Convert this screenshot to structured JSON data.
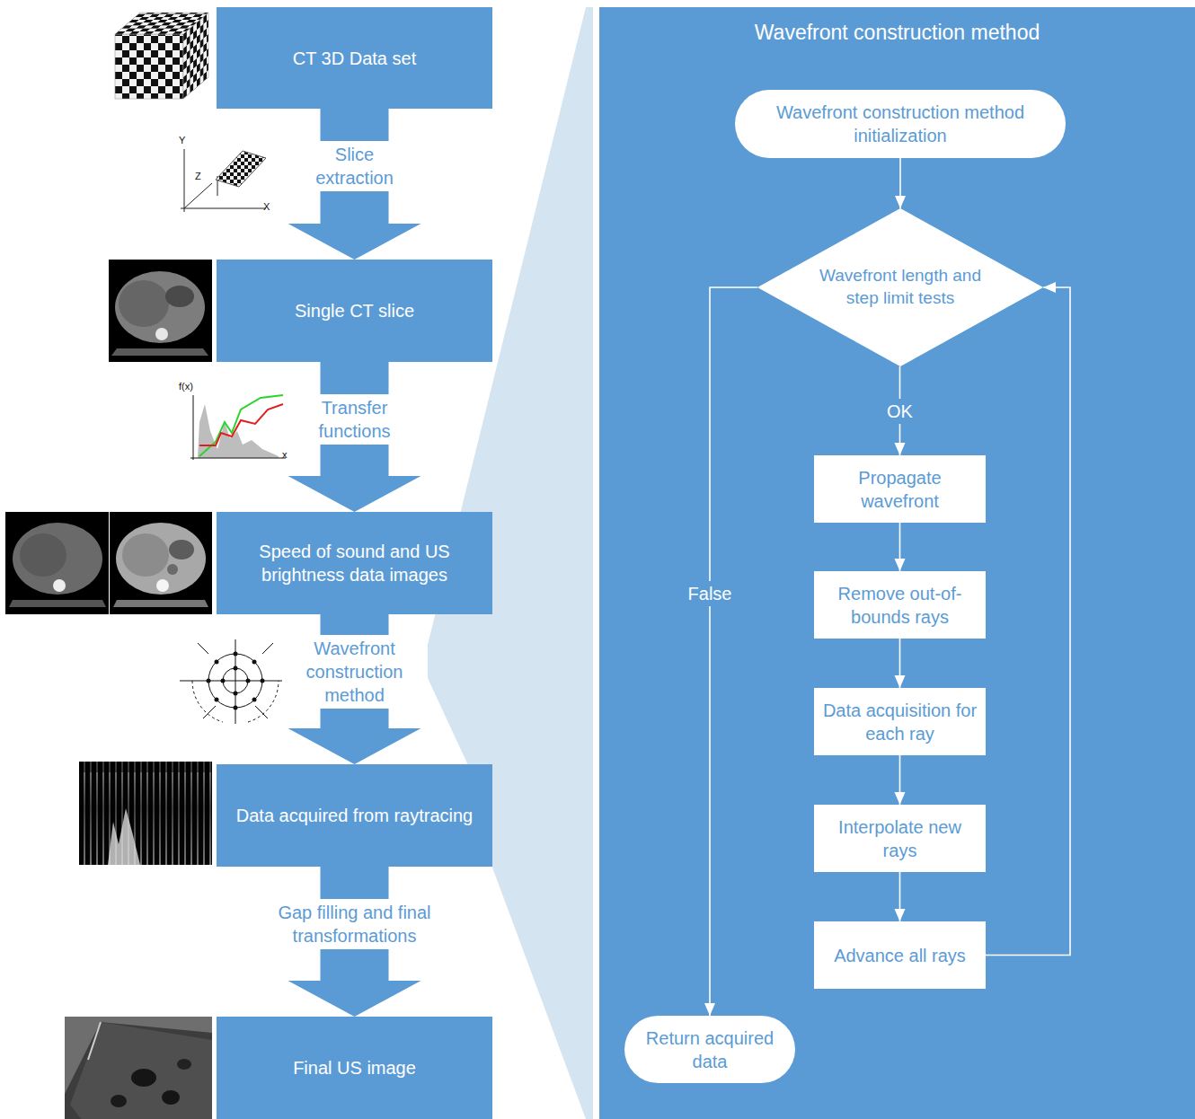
{
  "diagram": {
    "nodes": [
      {
        "text": [
          "CT 3D Data set"
        ]
      },
      {
        "text": [
          "Single CT slice"
        ]
      },
      {
        "text": [
          "Speed of sound and US brightness data images"
        ]
      },
      {
        "text": [
          "Data acquired from raytracing"
        ]
      },
      {
        "text": [
          "Final US image"
        ]
      },
      {
        "text": [
          "Wavefront construction method"
        ]
      },
      {
        "text": [
          "Wavefront construction method initialization"
        ],
        "in": 5
      },
      {
        "text": [
          "Wavefront length and step limit tests"
        ],
        "in": 5
      },
      {
        "text": [
          "Propagate wavefront"
        ],
        "in": 5
      },
      {
        "text": [
          "Remove out-of-bounds rays"
        ],
        "in": 5
      },
      {
        "text": [
          "Data acquisition for each ray"
        ],
        "in": 5
      },
      {
        "text": [
          "Interpolate new rays"
        ],
        "in": 5
      },
      {
        "text": [
          "Advance all rays"
        ],
        "in": 5
      },
      {
        "text": [
          "Return acquired data"
        ],
        "in": 5
      }
    ],
    "edges": [
      {
        "from": 0,
        "to": 1,
        "label": "Slice extraction",
        "arrow": "to"
      },
      {
        "from": 1,
        "to": 2,
        "label": "Transfer functions",
        "arrow": "to"
      },
      {
        "from": 2,
        "to": 3,
        "label": "Wavefront construction method",
        "arrow": "to"
      },
      {
        "from": 3,
        "to": 4,
        "label": "Gap filling and final transformations",
        "arrow": "to"
      },
      {
        "from": 6,
        "to": 7,
        "arrow": "to"
      },
      {
        "from": 7,
        "to": 8,
        "label": "OK",
        "arrow": "to"
      },
      {
        "from": 8,
        "to": 9,
        "arrow": "to"
      },
      {
        "from": 9,
        "to": 10,
        "arrow": "to"
      },
      {
        "from": 10,
        "to": 11,
        "arrow": "to"
      },
      {
        "from": 11,
        "to": 12,
        "arrow": "to"
      },
      {
        "from": 12,
        "to": 7,
        "arrow": "to"
      },
      {
        "from": 7,
        "to": 13,
        "label": "False",
        "arrow": "to"
      }
    ],
    "labels": [
      "Y",
      "Z",
      "X",
      "f(x)",
      "x"
    ]
  }
}
